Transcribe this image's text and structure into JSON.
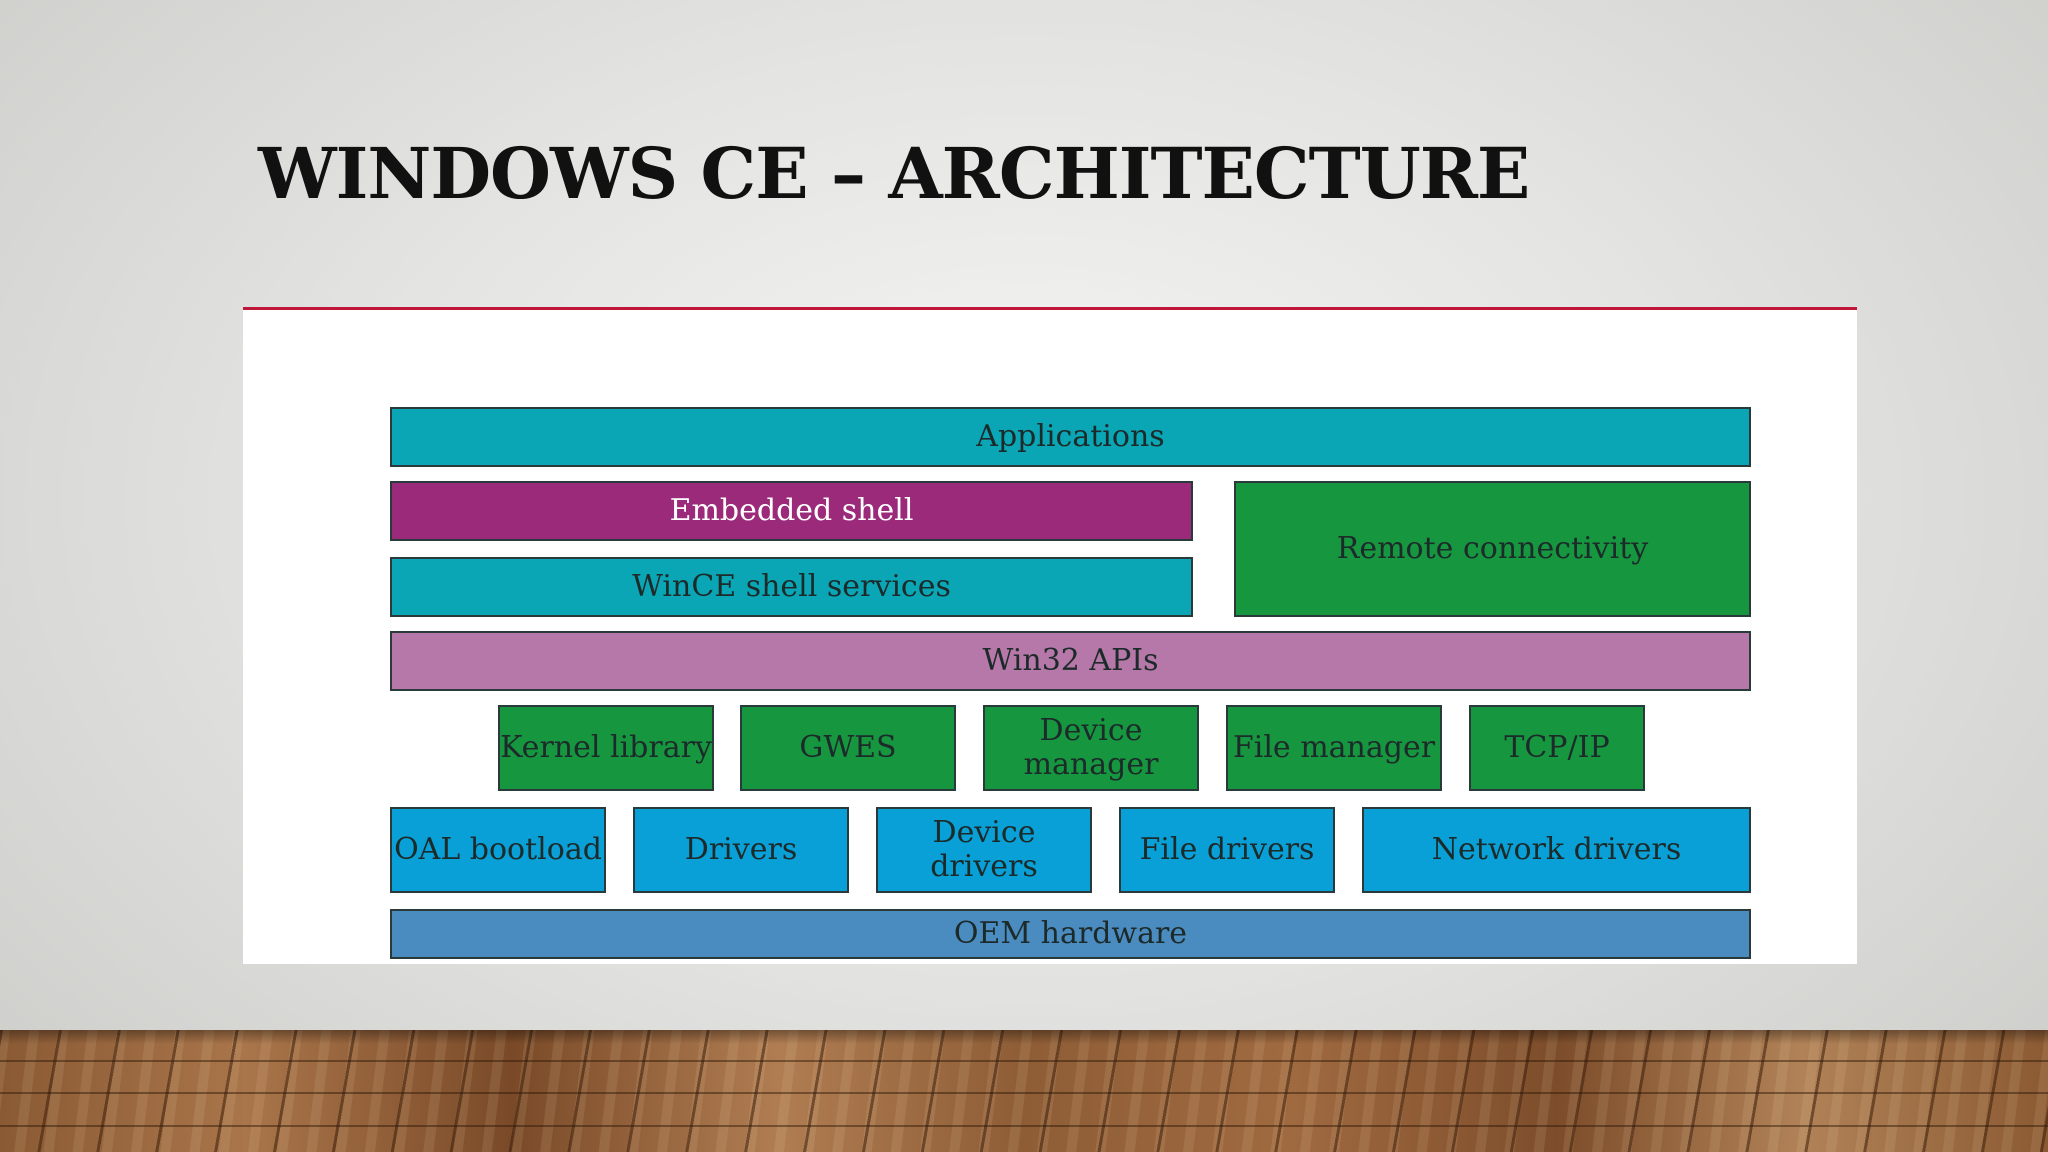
{
  "slide": {
    "title": "WINDOWS CE – ARCHITECTURE"
  },
  "diagram": {
    "applications": "Applications",
    "embedded_shell": "Embedded shell",
    "wince_shell_services": "WinCE shell services",
    "remote_connectivity": "Remote connectivity",
    "win32_apis": "Win32 APIs",
    "kernel_library": "Kernel library",
    "gwes": "GWES",
    "device_manager": "Device manager",
    "file_manager": "File manager",
    "tcp_ip": "TCP/IP",
    "oal_bootload": "OAL bootload",
    "drivers": "Drivers",
    "device_drivers": "Device drivers",
    "file_drivers": "File drivers",
    "network_drivers": "Network drivers",
    "oem_hardware": "OEM hardware"
  },
  "colors": {
    "accent_line": "#c0163a",
    "teal": "#0aa6b5",
    "purple": "#9b2a7b",
    "green": "#16963f",
    "mauve": "#b678a8",
    "blue": "#08a0d6",
    "steel": "#4a8cc0"
  }
}
